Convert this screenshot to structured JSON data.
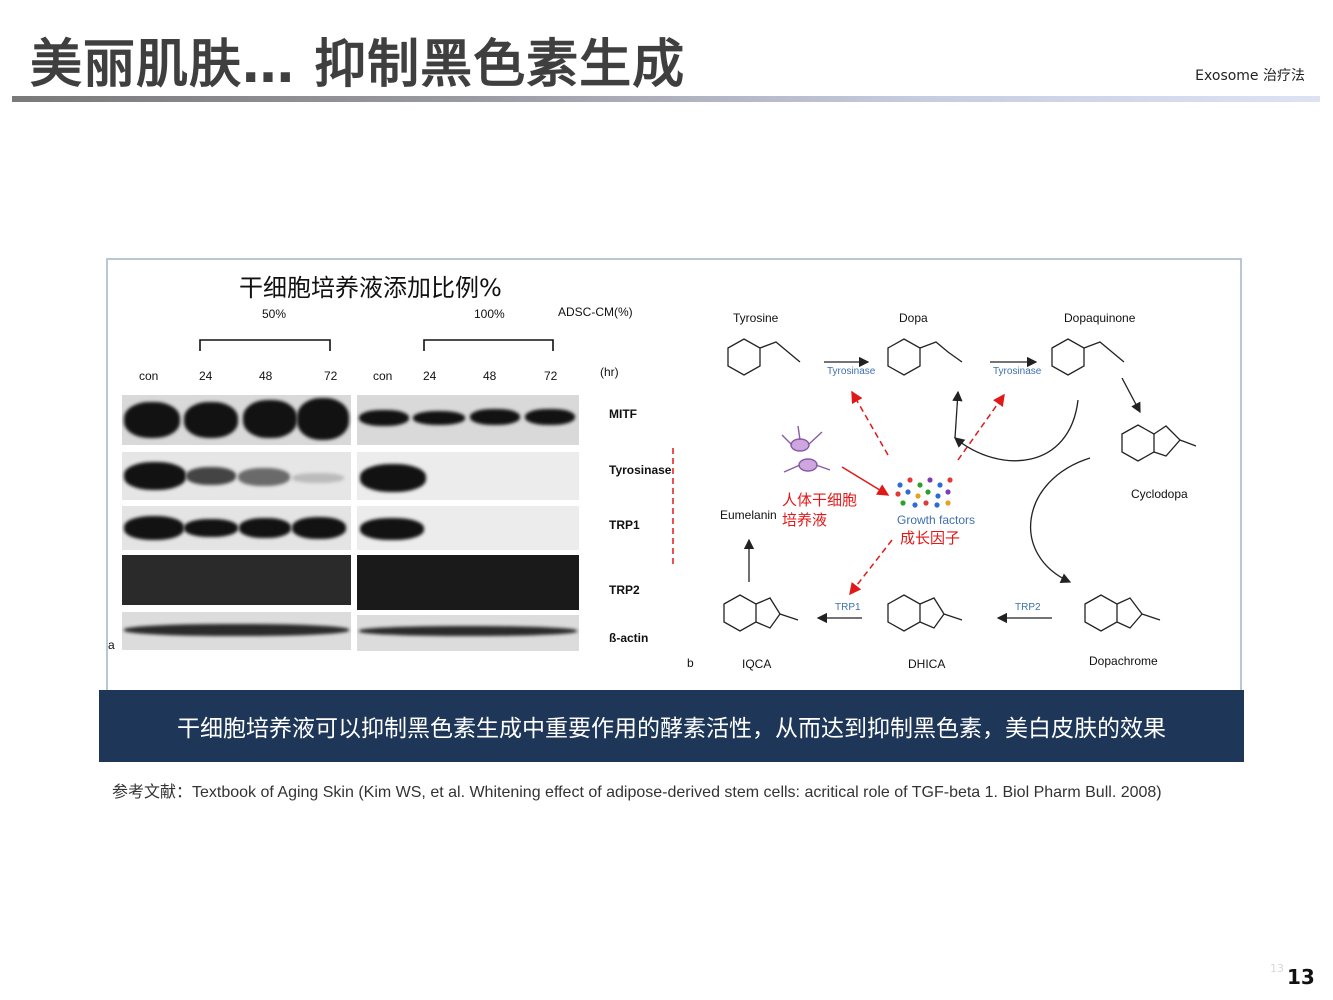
{
  "slide": {
    "title": "美丽肌肤… 抑制黑色素生成",
    "subtitle": "Exosome 治疗法",
    "caption": "干细胞培养液可以抑制黑色素生成中重要作用的酵素活性，从而达到抑制黑色素，美白皮肤的效果",
    "reference": "参考文献：Textbook of Aging Skin (Kim WS, et al. Whitening effect of adipose-derived stem cells: acritical role of TGF-beta 1. Biol Pharm Bull. 2008)",
    "page_number": "13",
    "page_number_ghost": "13"
  },
  "figure": {
    "heading": "干细胞培养液添加比例%",
    "panel_a": {
      "panel_label": "a",
      "group_50": "50%",
      "group_100": "100%",
      "concentration_label": "ADSC-CM(%)",
      "time_unit": "(hr)",
      "lanes_left": [
        "con",
        "24",
        "48",
        "72"
      ],
      "lanes_right": [
        "con",
        "24",
        "48",
        "72"
      ],
      "blot_rows": [
        "MITF",
        "Tyrosinase",
        "TRP1",
        "TRP2",
        "ß-actin"
      ]
    },
    "panel_b": {
      "panel_label": "b",
      "compounds": {
        "tyrosine": "Tyrosine",
        "dopa": "Dopa",
        "dopaquinone": "Dopaquinone",
        "cyclodopa": "Cyclodopa",
        "dopachrome": "Dopachrome",
        "dhica": "DHICA",
        "iqca": "IQCA",
        "eumelanin": "Eumelanin"
      },
      "enzymes": {
        "tyrosinase_1": "Tyrosinase",
        "tyrosinase_2": "Tyrosinase",
        "trp2": "TRP2",
        "trp1": "TRP1"
      },
      "growth_factors": "Growth factors",
      "growth_factors_cn": "成长因子",
      "stem_cell_medium_line1": "人体干细胞",
      "stem_cell_medium_line2": "培养液"
    }
  },
  "colors": {
    "caption_bar": "#1e3657",
    "annotation_red": "#e01818",
    "enzyme_blue": "#3f6fb0",
    "title_gray": "#3f3f3f"
  }
}
